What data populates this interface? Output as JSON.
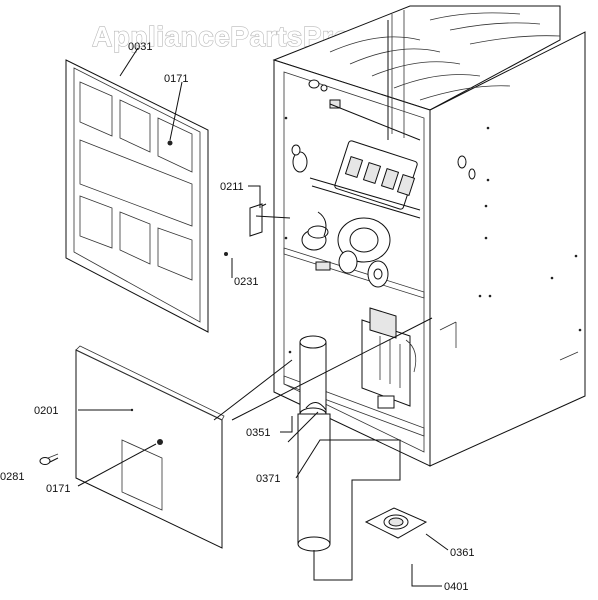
{
  "watermark": "AppliancePartsPros.com",
  "callouts": {
    "c0031": "0031",
    "c0171_top": "0171",
    "c0211": "0211",
    "c0231": "0231",
    "c0201": "0201",
    "c0281": "0281",
    "c0171_bottom": "0171",
    "c0351": "0351",
    "c0371": "0371",
    "c0361": "0361",
    "c0401": "0401"
  }
}
